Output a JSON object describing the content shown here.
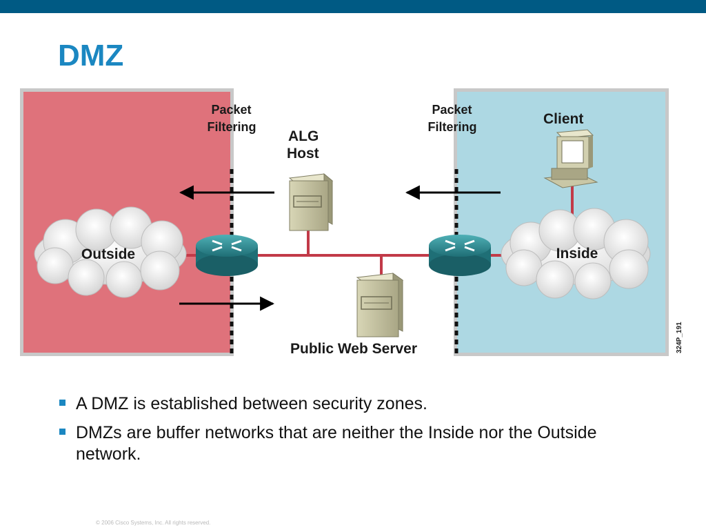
{
  "slide": {
    "title": "DMZ",
    "footer": "© 2006 Cisco Systems, Inc. All rights reserved."
  },
  "diagram": {
    "packet_filtering_left": [
      "Packet",
      "Filtering"
    ],
    "packet_filtering_right": [
      "Packet",
      "Filtering"
    ],
    "alg_host": [
      "ALG",
      "Host"
    ],
    "client": "Client",
    "outside": "Outside",
    "inside": "Inside",
    "public_web_server": "Public Web Server",
    "figure_id": "324P_191",
    "colors": {
      "outside_zone": "#df727b",
      "inside_zone": "#add8e3",
      "link": "#c23a48",
      "router": "#2e8a92",
      "accent": "#1b87c1"
    }
  },
  "bullets": [
    "A DMZ is established between security zones.",
    "DMZs are buffer networks that are neither the Inside nor the Outside network."
  ]
}
